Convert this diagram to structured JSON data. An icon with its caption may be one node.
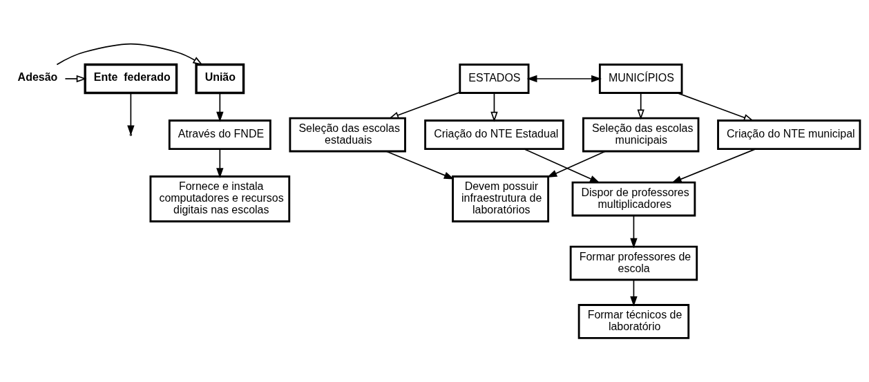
{
  "diagram": {
    "nodes": [
      {
        "text": [
          "União"
        ]
      },
      {
        "text": [
          "Adesão"
        ]
      },
      {
        "text": [
          "Ente  federado"
        ]
      },
      {
        "text": [
          "Através do FNDE"
        ]
      },
      {
        "text": [
          "Fornece e instala computadores e recursos digitais nas escolas"
        ]
      },
      {
        "text": [
          "ESTADOS"
        ]
      },
      {
        "text": [
          "MUNICÍPIOS"
        ]
      },
      {
        "text": [
          "Seleção das escolas estaduais"
        ]
      },
      {
        "text": [
          "Criação do NTE Estadual"
        ]
      },
      {
        "text": [
          "Seleção das escolas municipais"
        ]
      },
      {
        "text": [
          "Criação do NTE municipal"
        ]
      },
      {
        "text": [
          "Devem possuir infraestrutura de laboratórios"
        ]
      },
      {
        "text": [
          "Dispor de professores multiplicadores"
        ]
      },
      {
        "text": [
          "Formar professores de escola"
        ]
      },
      {
        "text": [
          "Formar técnicos de laboratório"
        ]
      }
    ],
    "edges": [
      {
        "from": 1,
        "to": 0,
        "arrow": "to"
      },
      {
        "from": 1,
        "to": 2,
        "arrow": "to"
      },
      {
        "from": 0,
        "to": 3,
        "arrow": "to"
      },
      {
        "from": 3,
        "to": 4,
        "arrow": "to"
      },
      {
        "from": 5,
        "to": 6,
        "arrow": "both"
      },
      {
        "from": 2,
        "to": null,
        "arrow": "to"
      },
      {
        "from": 5,
        "to": 7,
        "arrow": "to"
      },
      {
        "from": 5,
        "to": 8,
        "arrow": "to"
      },
      {
        "from": 6,
        "to": 9,
        "arrow": "to"
      },
      {
        "from": 6,
        "to": 10,
        "arrow": "to"
      },
      {
        "from": 7,
        "to": 11,
        "arrow": "to"
      },
      {
        "from": 9,
        "to": 11,
        "arrow": "to"
      },
      {
        "from": 8,
        "to": 12,
        "arrow": "to"
      },
      {
        "from": 10,
        "to": 12,
        "arrow": "to"
      },
      {
        "from": 12,
        "to": 13,
        "arrow": "to"
      },
      {
        "from": 13,
        "to": 14,
        "arrow": "to"
      }
    ]
  }
}
